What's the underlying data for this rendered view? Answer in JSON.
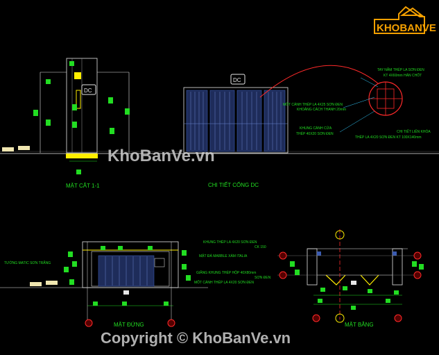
{
  "brand": {
    "logo_text": "KHOBANVE",
    "watermark_center": "KhoBanVe.vn",
    "copyright": "Copyright © KhoBanVe.vn"
  },
  "views": {
    "section_title": "MẶT CẮT 1-1",
    "gate_detail_title": "CHI TIẾT CỔNG DC",
    "elevation_title": "MẶT ĐỨNG",
    "plan_title": "MẶT BẰNG",
    "dc_tag": "DC"
  },
  "notes_detail": {
    "n1": "TAY NẮM THÉP LA SƠN ĐEN",
    "n2": "KT 4X60mm HÀN CHỐT",
    "n3": "MỐT CÁNH THÉP LA 4X25 SƠN ĐEN",
    "n4": "KHOẢNG CÁCH THANH 20mm",
    "n5": "KHUNG CÁNH CỬA",
    "n6": "THÉP 40X20 SƠN ĐEN",
    "n7": "CHI TIẾT LIÊN KHÓA",
    "n8": "THÉP LA 4X20 SƠN ĐEN KT 100X140mm"
  },
  "notes_elev": {
    "e1": "KHUNG THÉP LA 4X20 SƠN ĐEN",
    "e2": "CK 150",
    "e3": "MẶT ĐÁ MARBLE XÁM ITALIA",
    "e4": "TƯỜNG MATIC SƠN TRẮNG",
    "e5": "GIẰNG KHUNG THÉP HỘP 40X80mm",
    "e6": "SƠN ĐEN",
    "e7": "MỐT CÁNH THÉP LA 4X20 SƠN ĐEN"
  },
  "colors": {
    "bg": "#000000",
    "line": "#e6e6e6",
    "dim": "#22dd22",
    "cyan": "#33ccff",
    "red": "#ff2a2a",
    "yellow": "#ffee00",
    "blue": "#3a5ab0",
    "logo": "#f4a000"
  }
}
